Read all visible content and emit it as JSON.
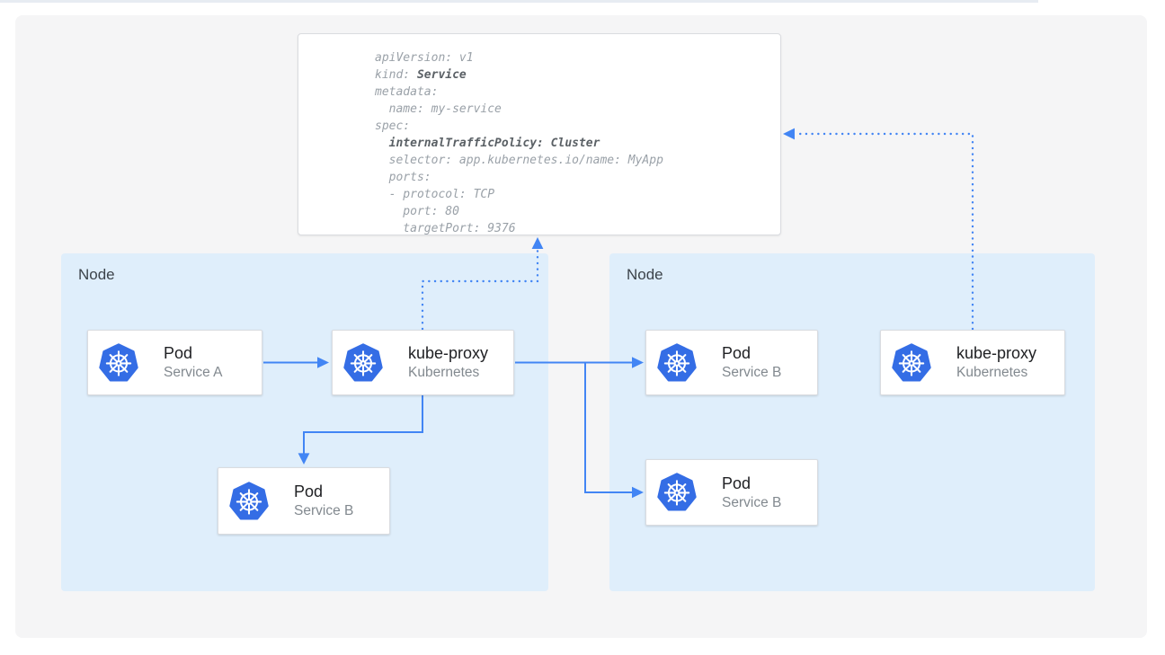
{
  "colors": {
    "accent_arrow_blue": "#4285f4",
    "kubernetes_logo_blue": "#346de5",
    "node_background": "#dfeefb",
    "canvas_background": "#f5f5f6",
    "code_text_gray": "#9aa1a8"
  },
  "yaml_card": {
    "l1": "apiVersion: v1",
    "l2a": "kind: ",
    "l2b": "Service",
    "l3": "metadata:",
    "l4": "  name: my-service",
    "l5": "spec:",
    "l6a": "  ",
    "l6b": "internalTrafficPolicy: Cluster",
    "l7": "  selector: app.kubernetes.io/name: MyApp",
    "l8": "  ports:",
    "l9": "  - protocol: TCP",
    "l10": "    port: 80",
    "l11": "    targetPort: 9376"
  },
  "left_node": {
    "label": "Node",
    "pod_a": {
      "title": "Pod",
      "subtitle": "Service A"
    },
    "kube_proxy": {
      "title": "kube-proxy",
      "subtitle": "Kubernetes"
    },
    "pod_b": {
      "title": "Pod",
      "subtitle": "Service B"
    }
  },
  "right_node": {
    "label": "Node",
    "pod_b_top": {
      "title": "Pod",
      "subtitle": "Service B"
    },
    "kube_proxy": {
      "title": "kube-proxy",
      "subtitle": "Kubernetes"
    },
    "pod_b_bottom": {
      "title": "Pod",
      "subtitle": "Service B"
    }
  },
  "icons": {
    "kubernetes": "kubernetes-helm-wheel-icon"
  }
}
